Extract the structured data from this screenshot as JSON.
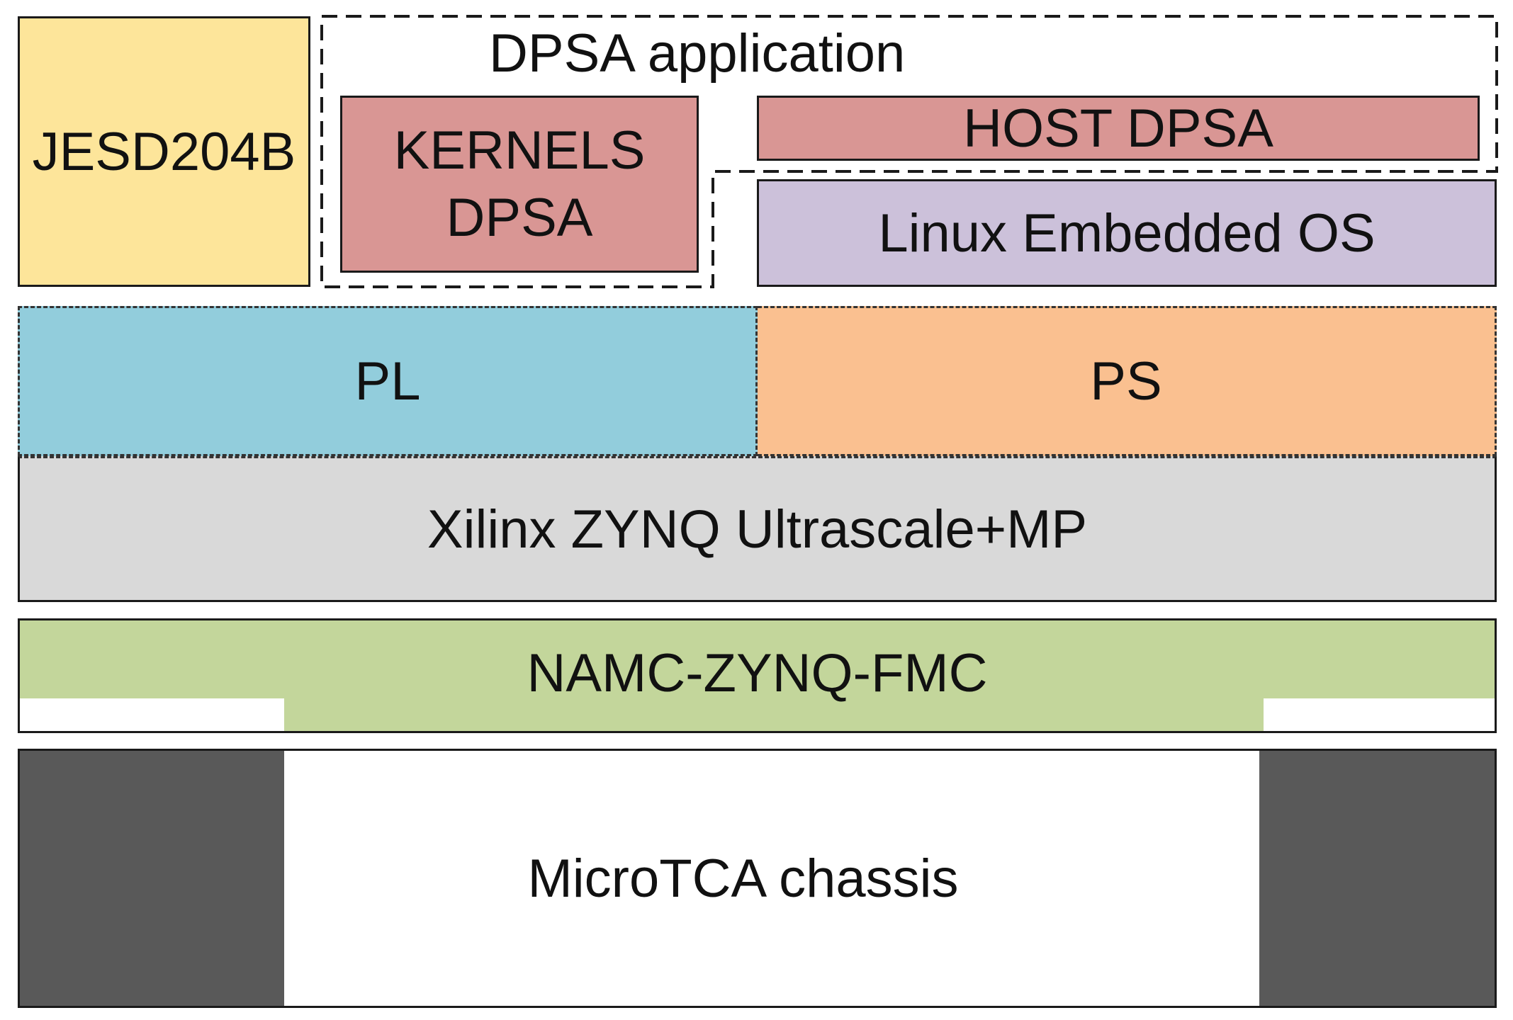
{
  "diagram": {
    "jesd": {
      "label": "JESD204B"
    },
    "dpsa_app": {
      "label": "DPSA application"
    },
    "kernels": {
      "line1": "KERNELS",
      "line2": "DPSA"
    },
    "host": {
      "label": "HOST DPSA"
    },
    "linux": {
      "label": "Linux Embedded OS"
    },
    "pl": {
      "label": "PL"
    },
    "ps": {
      "label": "PS"
    },
    "zynq": {
      "label": "Xilinx ZYNQ Ultrascale+MP"
    },
    "namc": {
      "label": "NAMC-ZYNQ-FMC"
    },
    "microtca": {
      "label": "MicroTCA chassis"
    }
  },
  "colors": {
    "jesd": "#fde59a",
    "kernels_host": "#d99694",
    "linux": "#ccc1da",
    "pl": "#92cddc",
    "ps": "#fac090",
    "zynq": "#d9d9d9",
    "namc": "#c3d69b",
    "chassis_dark": "#595959"
  }
}
